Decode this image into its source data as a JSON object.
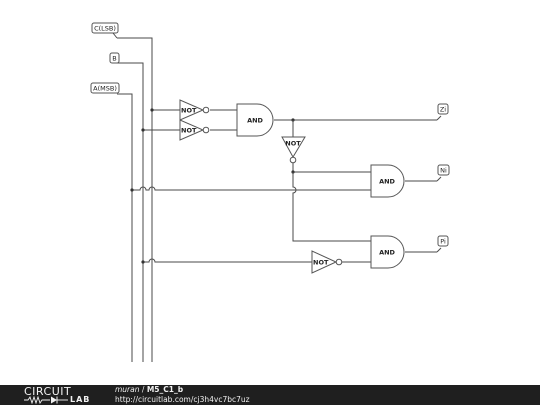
{
  "inputs": {
    "c_lsb": "C(LSB)",
    "b": "B",
    "a_msb": "A(MSB)"
  },
  "outputs": {
    "zi": "Zi",
    "ni": "Ni",
    "pi": "Pi"
  },
  "gates": {
    "not1": "NOT",
    "not2": "NOT",
    "and1": "AND",
    "not3": "NOT",
    "and2": "AND",
    "and3": "AND",
    "not4": "NOT"
  },
  "footer": {
    "logo_top": "CIRCUIT",
    "logo_bottom": "LAB",
    "author": "muran",
    "separator": "/",
    "circuit_name": "M5_C1_b",
    "url": "http://circuitlab.com/cj3h4vc7bc7uz"
  }
}
